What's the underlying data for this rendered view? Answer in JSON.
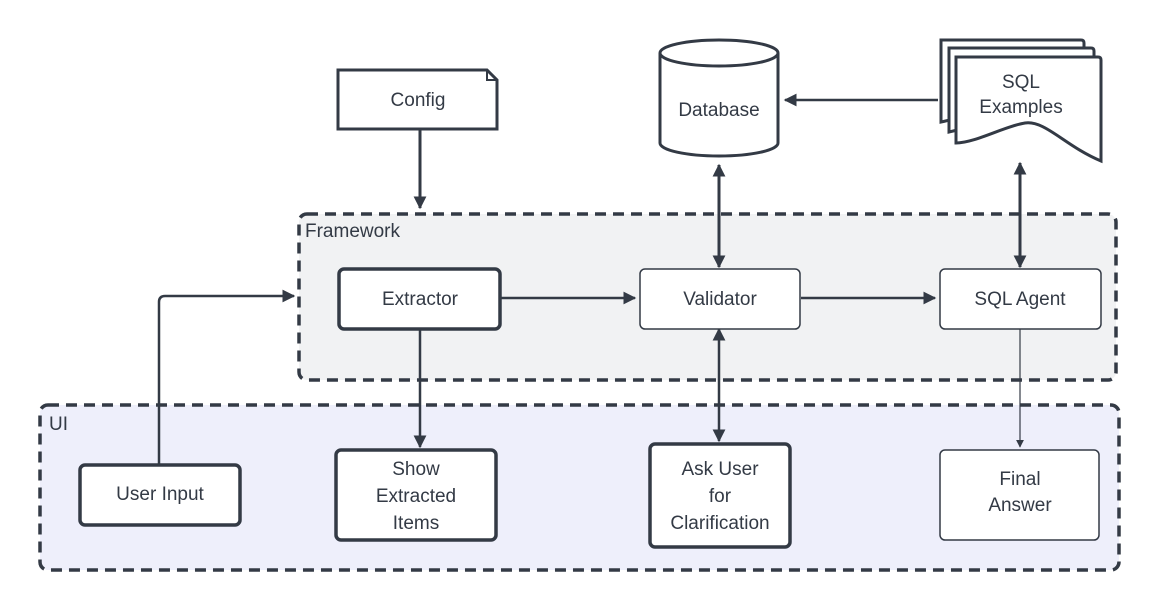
{
  "groups": {
    "framework": {
      "label": "Framework"
    },
    "ui": {
      "label": "UI"
    }
  },
  "nodes": {
    "config": {
      "label": "Config"
    },
    "database": {
      "label": "Database"
    },
    "sql_examples": {
      "lines": [
        "SQL",
        "Examples"
      ]
    },
    "extractor": {
      "label": "Extractor"
    },
    "validator": {
      "label": "Validator"
    },
    "sql_agent": {
      "label": "SQL Agent"
    },
    "user_input": {
      "label": "User Input"
    },
    "show_extracted_items": {
      "lines": [
        "Show",
        "Extracted",
        "Items"
      ]
    },
    "ask_user": {
      "lines": [
        "Ask User",
        "for",
        "Clarification"
      ]
    },
    "final_answer": {
      "lines": [
        "Final",
        "Answer"
      ]
    }
  },
  "colors": {
    "stroke": "#333a45",
    "framework_fill": "#f1f2f3",
    "ui_fill": "#eeeffb",
    "node_fill": "#ffffff"
  }
}
